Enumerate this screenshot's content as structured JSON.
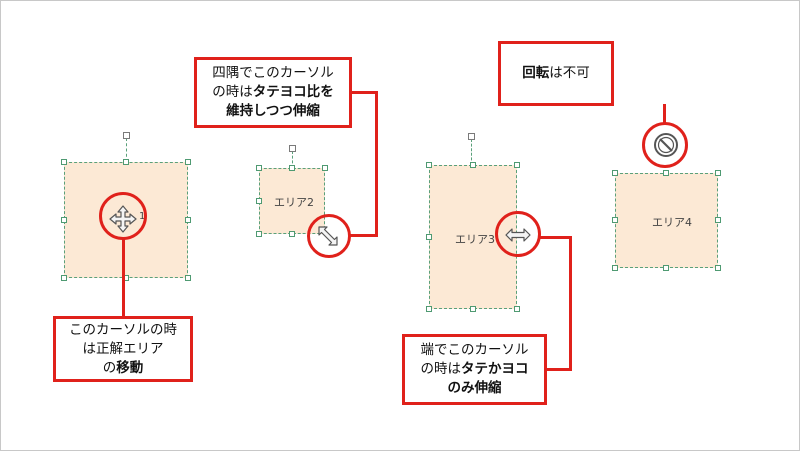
{
  "areas": {
    "area1": {
      "label_suffix": "1"
    },
    "area2": {
      "label": "エリア2"
    },
    "area3": {
      "label": "エリア3"
    },
    "area4": {
      "label": "エリア4"
    }
  },
  "callouts": {
    "move": {
      "line1": "このカーソルの時",
      "line2": "は正解エリア",
      "line3_prefix": "の",
      "line3_bold": "移動"
    },
    "corner": {
      "line1": "四隅でこのカーソル",
      "line2_prefix": "の時は",
      "line2_bold": "タテヨコ比を",
      "line3_bold": "維持しつつ伸縮"
    },
    "edge": {
      "line1": "端でこのカーソル",
      "line2_prefix": "の時は",
      "line2_bold": "タテかヨコ",
      "line3_bold": "のみ伸縮"
    },
    "rotate": {
      "bold": "回転",
      "suffix": "は不可"
    }
  },
  "icons": {
    "move_cursor": "move-cursor-icon",
    "diagonal_resize_cursor": "diagonal-resize-cursor-icon",
    "horizontal_resize_cursor": "horizontal-resize-cursor-icon",
    "no_rotate": "prohibited-icon"
  },
  "colors": {
    "accent": "#e0211b",
    "area_fill": "#fce9d5",
    "handle": "#4f9a72"
  }
}
